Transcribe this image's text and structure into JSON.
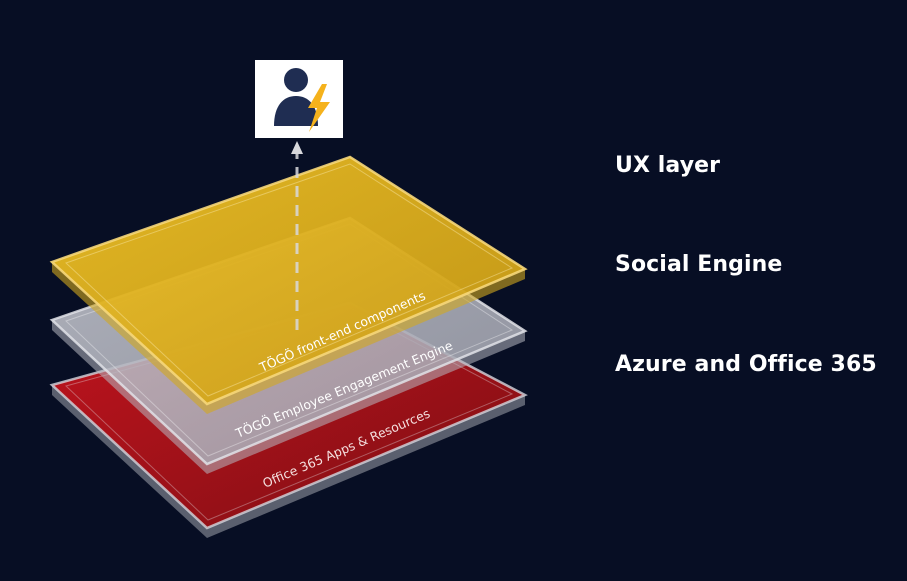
{
  "layers": [
    {
      "id": "ux",
      "side_label": "UX layer",
      "plate_text": "TÖGÖ front-end components",
      "color": "#e2b21e"
    },
    {
      "id": "social",
      "side_label": "Social Engine",
      "plate_text": "TÖGÖ Employee Engagement Engine",
      "color": "#b9bcc6"
    },
    {
      "id": "azure",
      "side_label": "Azure and Office 365",
      "plate_text": "Office 365 Apps & Resources",
      "color": "#a50a10"
    }
  ],
  "user_icon": {
    "icon": "user-lightning-icon",
    "person_color": "#1f2d52",
    "bolt_color": "#f5b21c"
  },
  "colors": {
    "background": "#070e24",
    "text": "#ffffff"
  }
}
